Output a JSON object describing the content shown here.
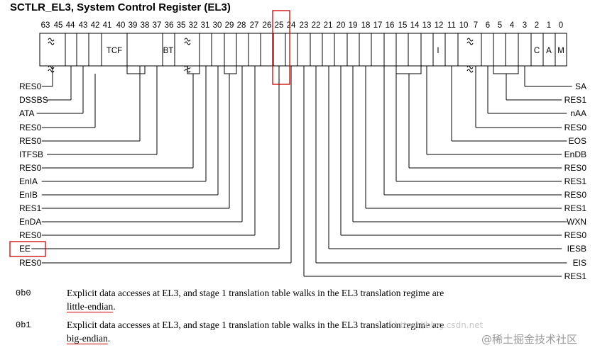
{
  "title": "SCTLR_EL3, System Control Register (EL3)",
  "bit_labels": [
    "63",
    "45",
    "44",
    "43",
    "42",
    "41",
    "40",
    "39",
    "38",
    "37",
    "36",
    "35",
    "32",
    "31",
    "30",
    "29",
    "28",
    "27",
    "26",
    "25",
    "24",
    "23",
    "22",
    "21",
    "20",
    "19",
    "18",
    "17",
    "16",
    "15",
    "14",
    "13",
    "12",
    "11",
    "10",
    "7",
    "6",
    "5",
    "4",
    "3",
    "2",
    "1",
    "0"
  ],
  "cell_labels": [
    "TCF",
    "BT",
    "I",
    "C",
    "A",
    "M"
  ],
  "left_fields": [
    "RES0",
    "DSSBS",
    "ATA",
    "RES0",
    "RES0",
    "ITFSB",
    "RES0",
    "EnIA",
    "EnIB",
    "RES1",
    "EnDA",
    "RES0",
    "EE",
    "RES0"
  ],
  "right_fields": [
    "SA",
    "RES1",
    "nAA",
    "RES0",
    "EOS",
    "EnDB",
    "RES0",
    "RES1",
    "RES0",
    "RES1",
    "WXN",
    "RES0",
    "IESB",
    "EIS",
    "RES1"
  ],
  "encodings": [
    {
      "code": "0b0",
      "text_before": "Explicit data accesses at EL3, and stage 1 translation table walks in the EL3 translation regime are ",
      "highlight": "little-endian",
      "text_after": "."
    },
    {
      "code": "0b1",
      "text_before": "Explicit data accesses at EL3, and stage 1 translation table walks in the EL3 translation regime are ",
      "highlight": "big-endian",
      "text_after": "."
    }
  ],
  "watermark_url": "https://blog.csdn.net",
  "watermark_brand": "@稀土掘金技术社区",
  "colors": {
    "highlight": "#d00000",
    "line": "#000000"
  }
}
